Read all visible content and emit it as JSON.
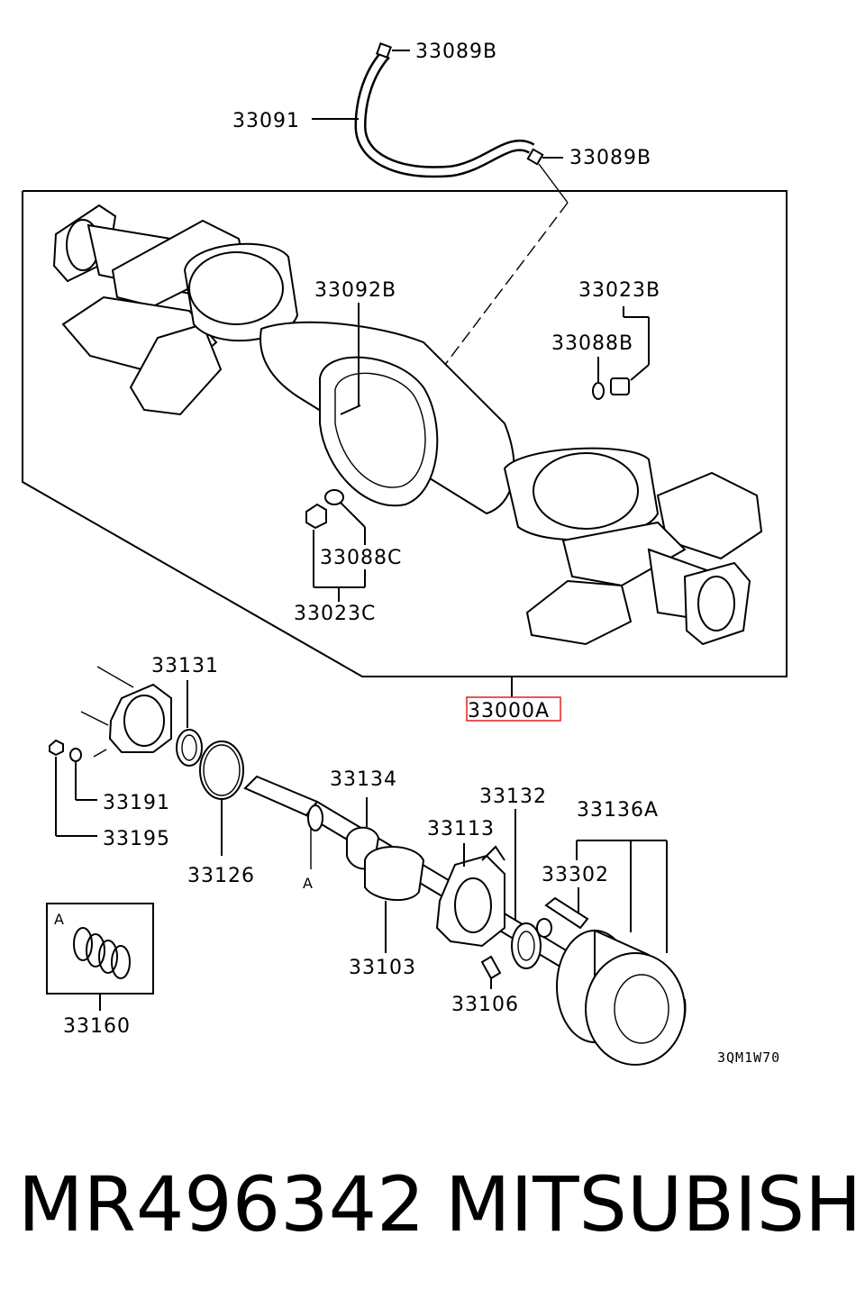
{
  "labels": {
    "hose_clamp_top": "33089B",
    "breather_hose": "33091",
    "hose_clamp_bottom": "33089B",
    "drain_plug_bolt": "33092B",
    "filler_plug": "33023B",
    "filler_gasket": "33088B",
    "drain_gasket": "33088C",
    "drain_plug": "33023C",
    "axle_housing": "33000A",
    "retainer": "33131",
    "nut": "33191",
    "bolt": "33195",
    "o_ring": "33126",
    "bearing": "33134",
    "axle_shaft": "33103",
    "snap_ring_marker": "A",
    "oil_seal_plate": "33113",
    "inner_seal": "33132",
    "hub_assembly": "33136A",
    "hub_bolt": "33302",
    "stud_bolt": "33106",
    "inset_letter": "A",
    "snap_ring_set": "33160",
    "diagram_code": "3QM1W70"
  },
  "part_number": "MR496342",
  "brand": "MITSUBISHI",
  "colors": {
    "highlight": "#e02020",
    "ink": "#000000"
  }
}
